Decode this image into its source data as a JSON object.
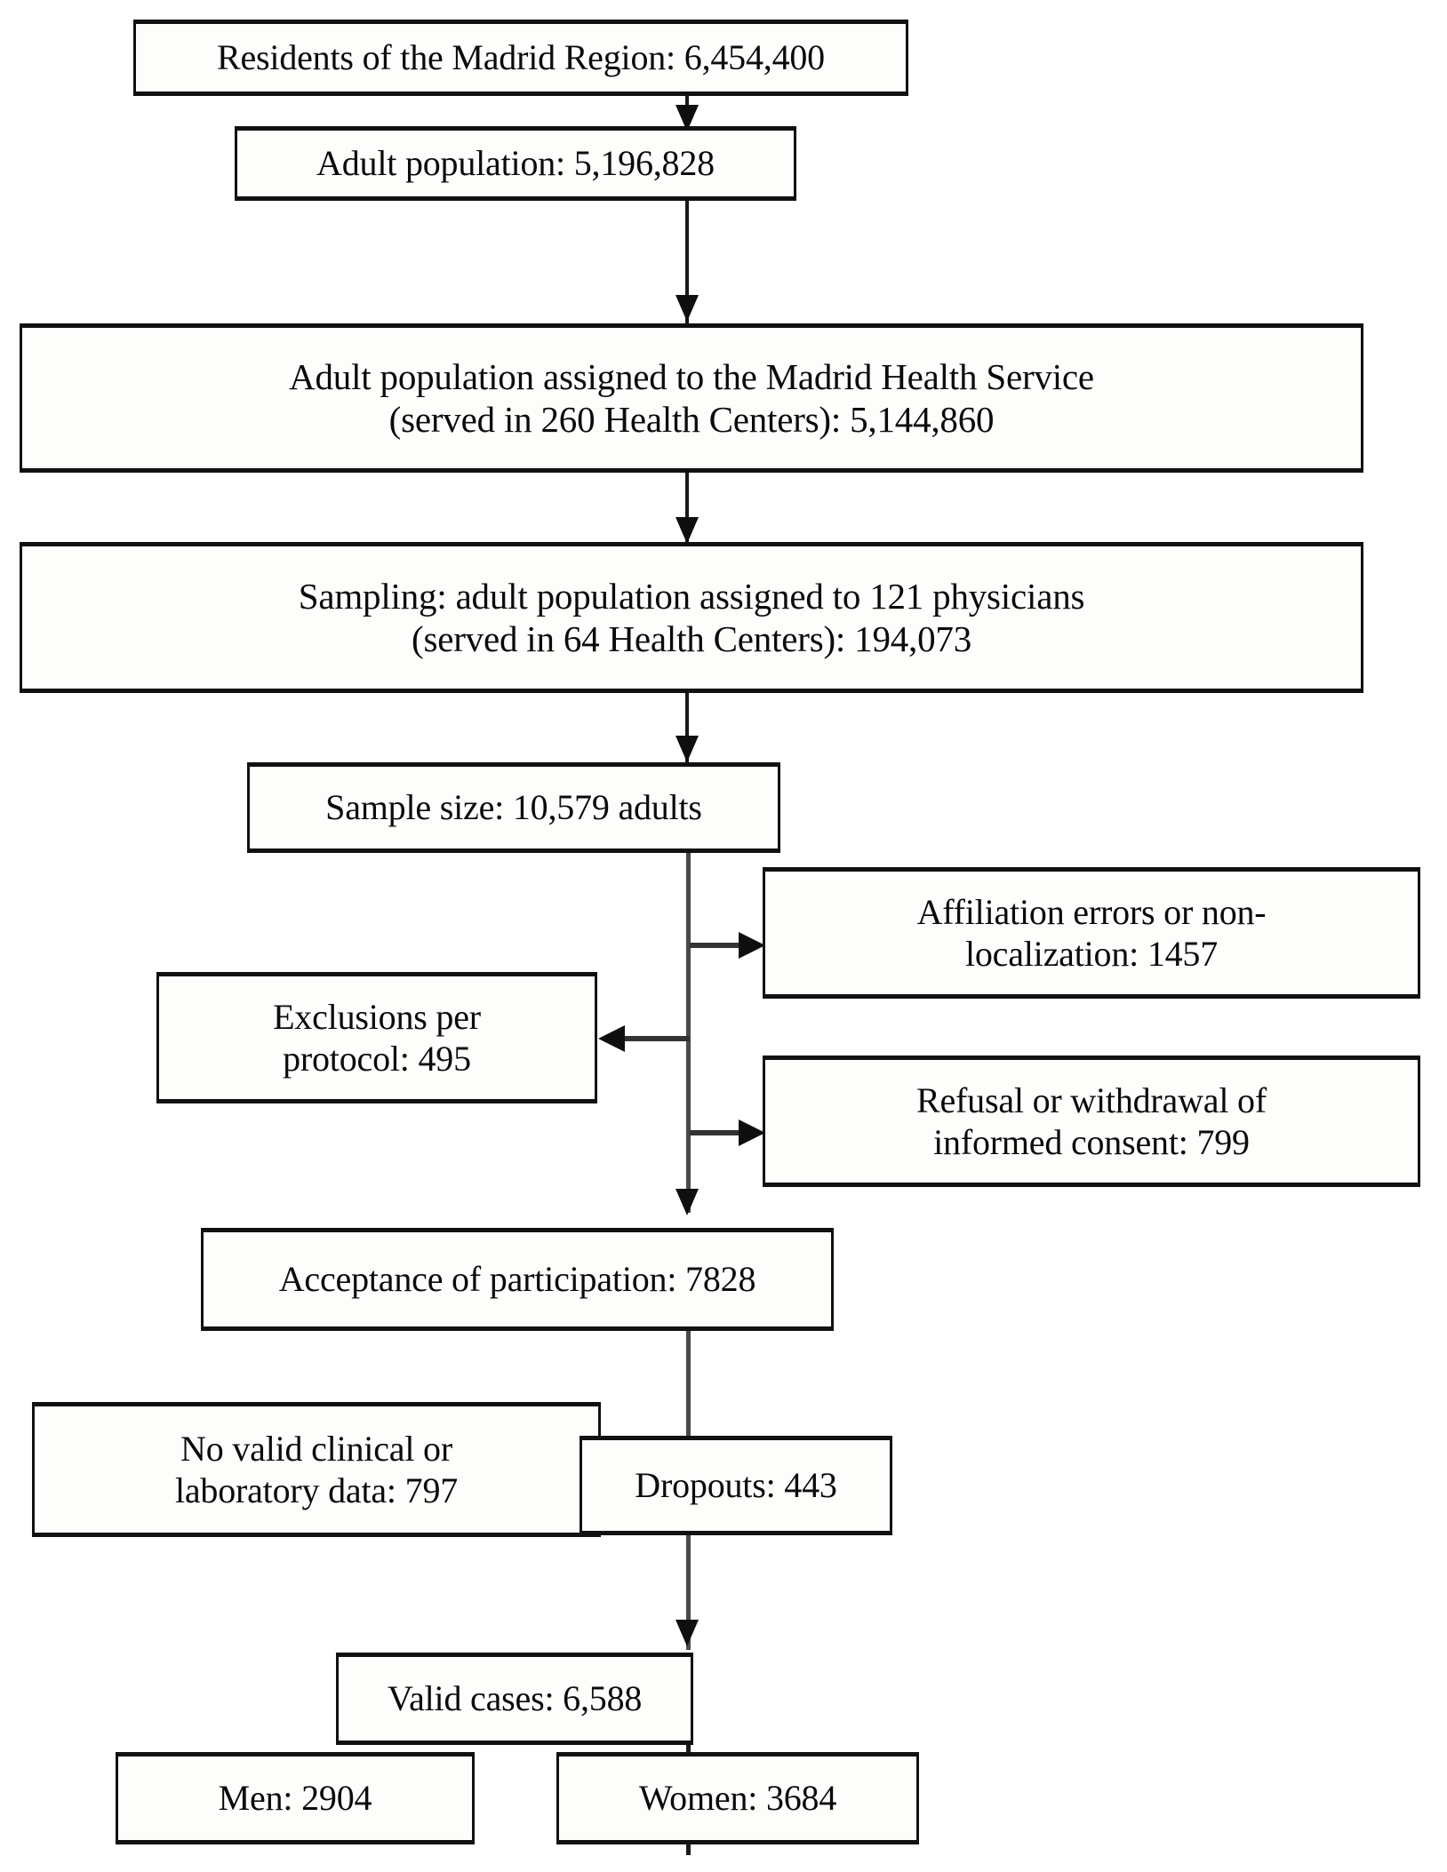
{
  "diagram": {
    "type": "flowchart",
    "title": "Study population selection flow",
    "orientation": "top-to-bottom",
    "colors": {
      "box_border": "#111111",
      "box_fill": "#fdfdfb",
      "connector": "#1a1a1a",
      "text": "#0b0b0b",
      "background": "#ffffff"
    },
    "nodes": [
      {
        "id": "residents",
        "label": "Residents of the Madrid Region: 6,454,400",
        "value": 6454400,
        "lane": "main"
      },
      {
        "id": "adult-population",
        "label": "Adult population: 5,196,828",
        "value": 5196828,
        "lane": "main"
      },
      {
        "id": "assigned-madrid-health-service",
        "label": "Adult population assigned to the Madrid Health Service\n(served in 260 Health Centers): 5,144,860",
        "value": 5144860,
        "health_centers": 260,
        "lane": "main"
      },
      {
        "id": "sampling-physicians",
        "label": "Sampling: adult population assigned to 121 physicians\n(served in 64 Health Centers): 194,073",
        "value": 194073,
        "physicians": 121,
        "health_centers": 64,
        "lane": "main"
      },
      {
        "id": "sample-size",
        "label": "Sample size: 10,579 adults",
        "value": 10579,
        "lane": "main"
      },
      {
        "id": "affiliation-errors",
        "label": "Affiliation errors or non-\nlocalization: 1457",
        "value": 1457,
        "lane": "right-exclusion"
      },
      {
        "id": "exclusions-per-protocol",
        "label": "Exclusions per\nprotocol: 495",
        "value": 495,
        "lane": "left-exclusion"
      },
      {
        "id": "refusal-withdrawal",
        "label": "Refusal or withdrawal of\ninformed consent: 799",
        "value": 799,
        "lane": "right-exclusion"
      },
      {
        "id": "acceptance-participation",
        "label": "Acceptance of participation: 7828",
        "value": 7828,
        "lane": "main"
      },
      {
        "id": "no-valid-data",
        "label": "No valid clinical or\nlaboratory data: 797",
        "value": 797,
        "lane": "left-exclusion"
      },
      {
        "id": "dropouts",
        "label": "Dropouts: 443",
        "value": 443,
        "lane": "right-exclusion"
      },
      {
        "id": "valid-cases",
        "label": "Valid cases: 6,588",
        "value": 6588,
        "lane": "main"
      },
      {
        "id": "men",
        "label": "Men: 2904",
        "value": 2904,
        "lane": "terminal-left"
      },
      {
        "id": "women",
        "label": "Women: 3684",
        "value": 3684,
        "lane": "terminal-right"
      }
    ],
    "edges": [
      {
        "from": "residents",
        "to": "adult-population",
        "kind": "down-arrow"
      },
      {
        "from": "adult-population",
        "to": "assigned-madrid-health-service",
        "kind": "down-arrow"
      },
      {
        "from": "assigned-madrid-health-service",
        "to": "sampling-physicians",
        "kind": "down-arrow"
      },
      {
        "from": "sampling-physicians",
        "to": "sample-size",
        "kind": "down-arrow"
      },
      {
        "from": "sample-size",
        "to": "affiliation-errors",
        "kind": "right-arrow"
      },
      {
        "from": "sample-size",
        "to": "exclusions-per-protocol",
        "kind": "left-arrow"
      },
      {
        "from": "sample-size",
        "to": "refusal-withdrawal",
        "kind": "right-arrow"
      },
      {
        "from": "sample-size",
        "to": "acceptance-participation",
        "kind": "down-arrow"
      },
      {
        "from": "acceptance-participation",
        "to": "no-valid-data",
        "kind": "left-arrow"
      },
      {
        "from": "acceptance-participation",
        "to": "dropouts",
        "kind": "right-arrow"
      },
      {
        "from": "acceptance-participation",
        "to": "valid-cases",
        "kind": "down-arrow"
      },
      {
        "from": "valid-cases",
        "to": "men",
        "kind": "plain-line"
      },
      {
        "from": "valid-cases",
        "to": "women",
        "kind": "plain-line"
      }
    ]
  }
}
